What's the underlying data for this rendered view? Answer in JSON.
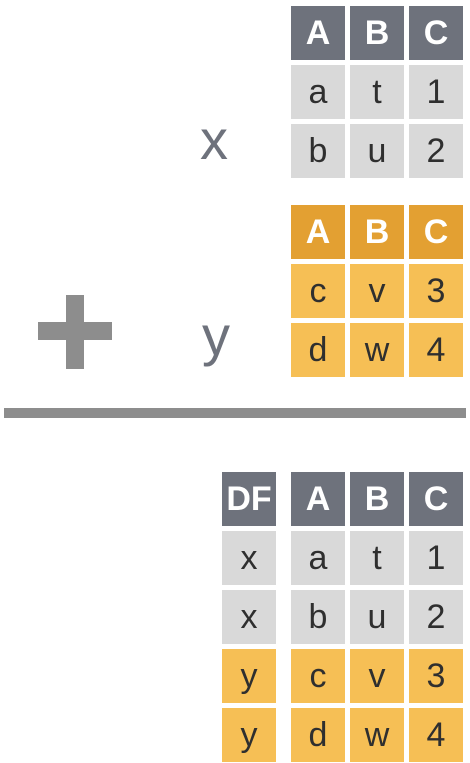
{
  "x_table": {
    "label": "x",
    "headers": [
      "A",
      "B",
      "C"
    ],
    "rows": [
      [
        "a",
        "t",
        "1"
      ],
      [
        "b",
        "u",
        "2"
      ]
    ]
  },
  "y_table": {
    "label": "y",
    "headers": [
      "A",
      "B",
      "C"
    ],
    "rows": [
      [
        "c",
        "v",
        "3"
      ],
      [
        "d",
        "w",
        "4"
      ]
    ]
  },
  "result_table": {
    "headers": [
      "DF",
      "A",
      "B",
      "C"
    ],
    "rows": [
      [
        "x",
        "a",
        "t",
        "1"
      ],
      [
        "x",
        "b",
        "u",
        "2"
      ],
      [
        "y",
        "c",
        "v",
        "3"
      ],
      [
        "y",
        "d",
        "w",
        "4"
      ]
    ]
  },
  "colors": {
    "header_gray": "#6e727c",
    "cell_gray": "#d9d9d9",
    "header_orange": "#e3a032",
    "cell_orange": "#f6bf55",
    "operator": "#8d8d8d"
  }
}
